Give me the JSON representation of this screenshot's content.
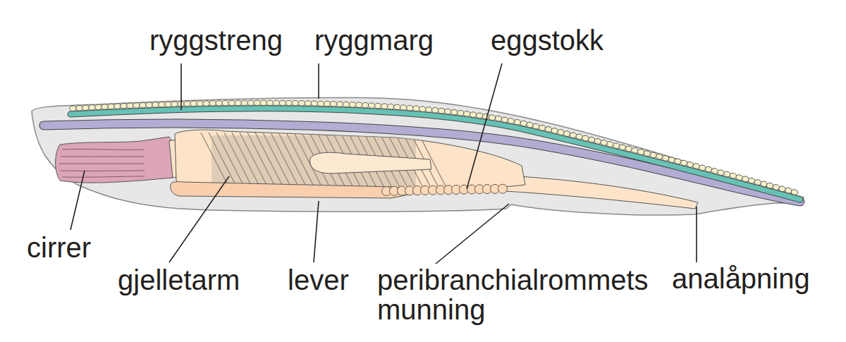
{
  "diagram": {
    "labels": [
      "ryggstreng",
      "ryggmarg",
      "eggstokk",
      "cirrer",
      "gjelletarm",
      "lever",
      "peribranchialrommets munning",
      "analåpning"
    ]
  }
}
